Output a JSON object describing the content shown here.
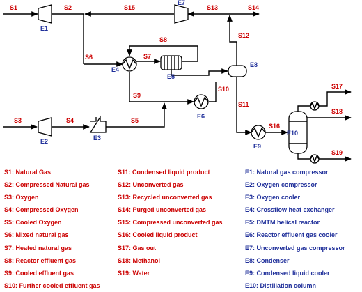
{
  "diagram": {
    "stream_labels": {
      "S1": "S1",
      "S2": "S2",
      "S3": "S3",
      "S4": "S4",
      "S5": "S5",
      "S6": "S6",
      "S7": "S7",
      "S8": "S8",
      "S9": "S9",
      "S10": "S10",
      "S11": "S11",
      "S12": "S12",
      "S13": "S13",
      "S14": "S14",
      "S15": "S15",
      "S16": "S16",
      "S17": "S17",
      "S18": "S18",
      "S19": "S19"
    },
    "equipment_labels": {
      "E1": "E1",
      "E2": "E2",
      "E3": "E3",
      "E4": "E4",
      "E5": "E5",
      "E6": "E6",
      "E7": "E7",
      "E8": "E8",
      "E9": "E9",
      "E10": "E10"
    },
    "colors": {
      "stream": "#cc0000",
      "equipment": "#1f2f9a",
      "line": "#000000"
    }
  },
  "legend": {
    "streams_col1": [
      "S1: Natural Gas",
      "S2: Compressed Natural gas",
      "S3: Oxygen",
      "S4: Compressed Oxygen",
      "S5: Cooled Oxygen",
      "S6: Mixed natural gas",
      "S7: Heated natural gas",
      "S8: Reactor effluent gas",
      "S9: Cooled effluent gas",
      "S10: Further cooled effluent gas"
    ],
    "streams_col2": [
      "S11: Condensed liquid product",
      "S12: Unconverted gas",
      "S13: Recycled unconverted gas",
      "S14: Purged unconverted gas",
      "S15: Compressed unconverted gas",
      "S16: Cooled liquid product",
      "S17: Gas out",
      "S18: Methanol",
      "S19: Water"
    ],
    "equipment": [
      "E1: Natural gas compressor",
      "E2: Oxygen compressor",
      "E3: Oxygen cooler",
      "E4: Crossflow heat exchanger",
      "E5: DMTM helical reactor",
      "E6: Reactor effluent gas cooler",
      "E7: Unconverted gas compressor",
      "E8: Condenser",
      "E9: Condensed liquid cooler",
      "E10: Distillation column"
    ]
  }
}
